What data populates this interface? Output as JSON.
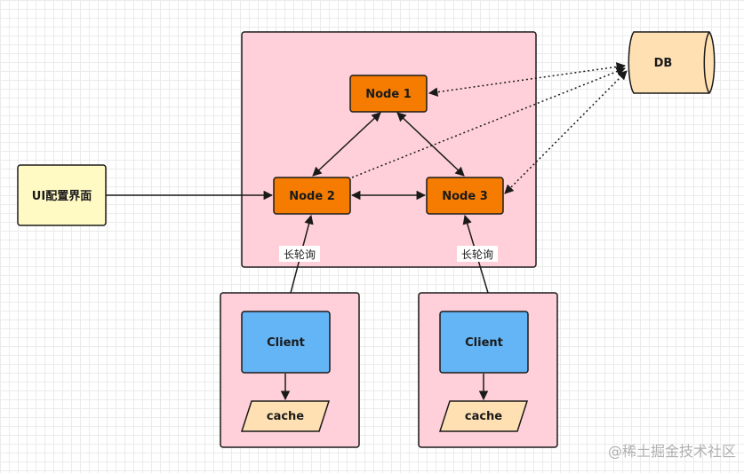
{
  "ui_config": {
    "label": "UI配置界面"
  },
  "cluster": {
    "node1": "Node 1",
    "node2": "Node 2",
    "node3": "Node 3"
  },
  "db": {
    "label": "DB"
  },
  "clients": [
    {
      "client_label": "Client",
      "cache_label": "cache",
      "poll_label": "长轮询"
    },
    {
      "client_label": "Client",
      "cache_label": "cache",
      "poll_label": "长轮询"
    }
  ],
  "watermark": "@稀土掘金技术社区",
  "colors": {
    "cluster_fill": "#ffd0d9",
    "node_fill": "#f57c00",
    "client_fill": "#64b5f6",
    "cache_fill": "#ffe0b3",
    "ui_fill": "#fff9c4",
    "db_fill": "#ffe0b3"
  }
}
